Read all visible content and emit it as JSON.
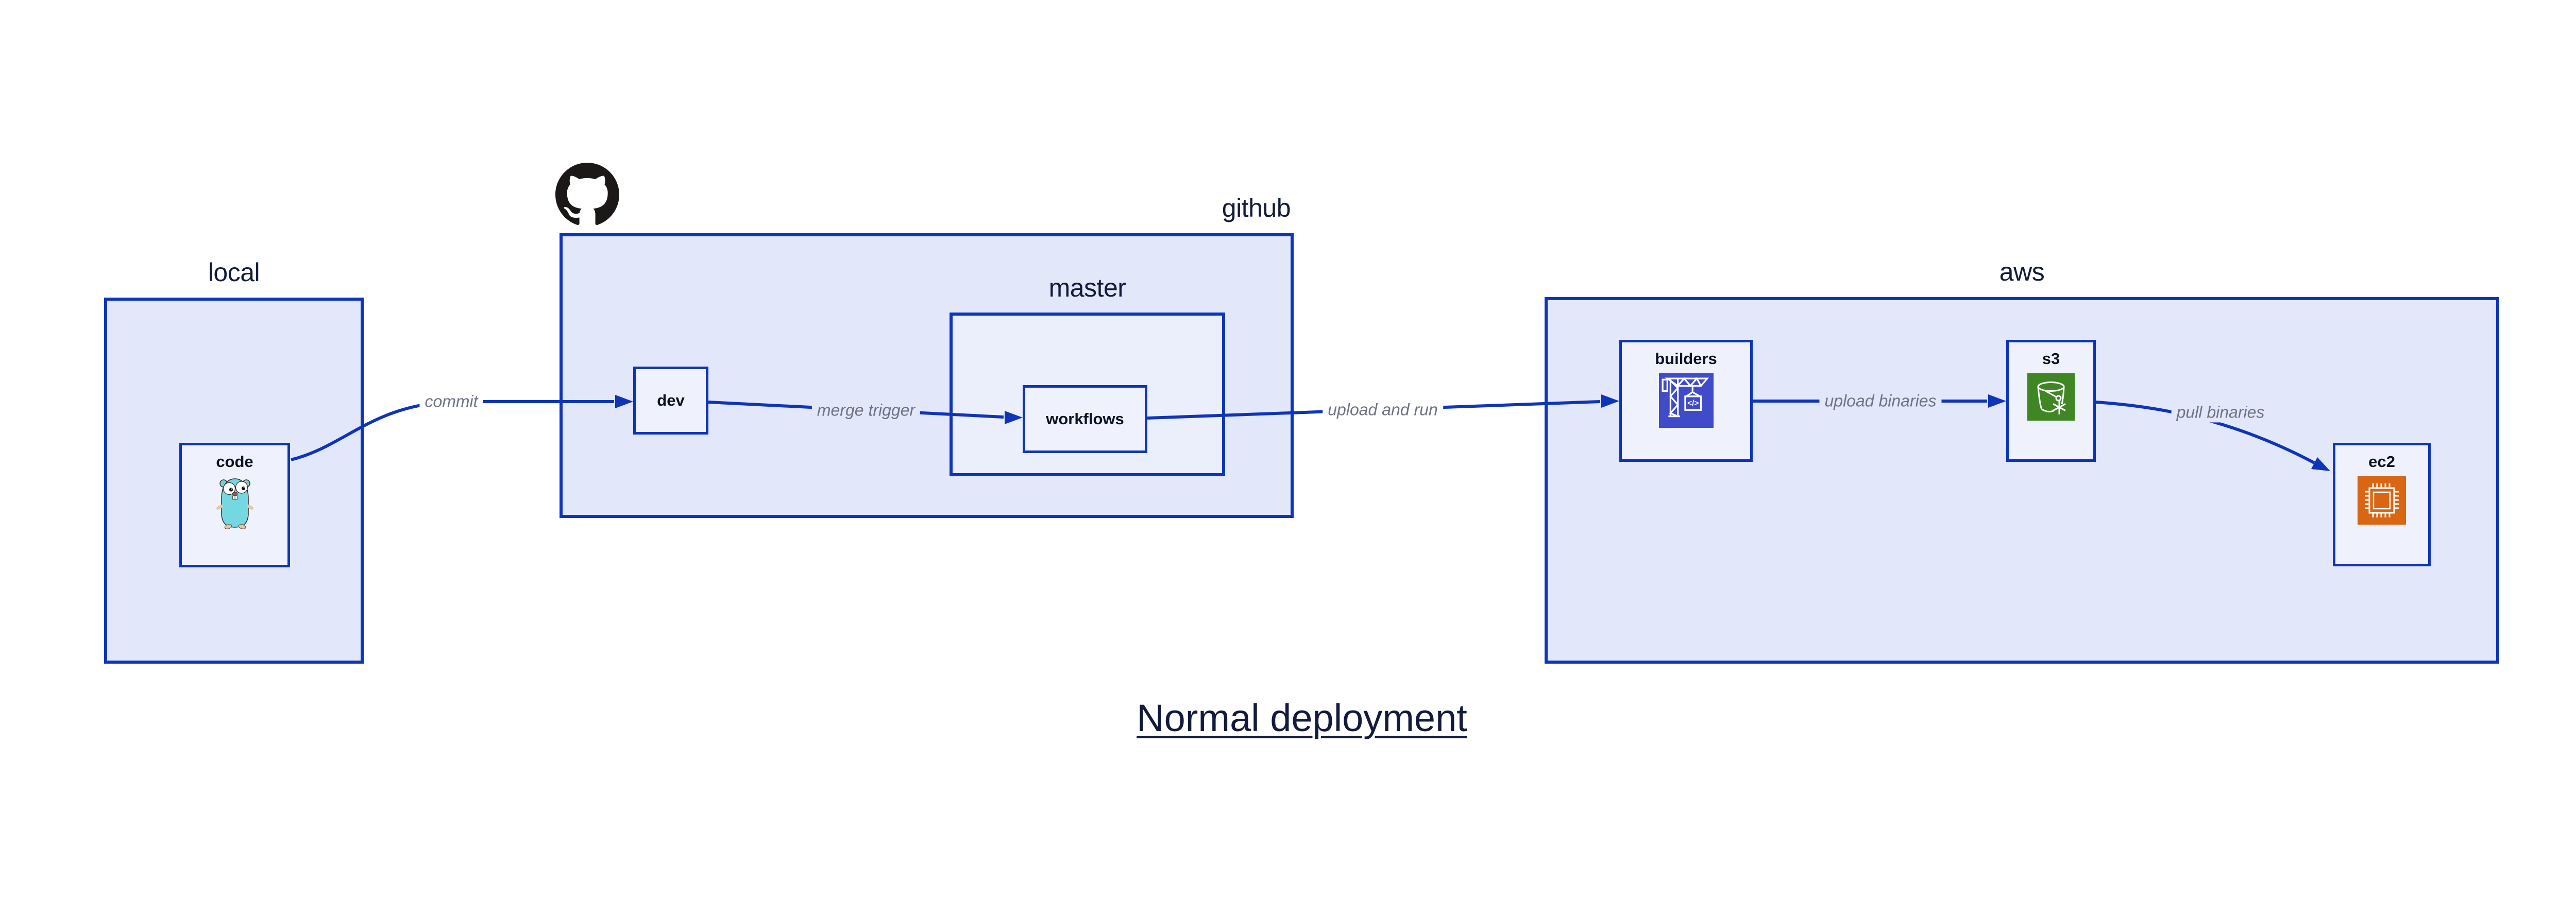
{
  "diagram": {
    "title": "Normal deployment",
    "containers": {
      "local": {
        "label": "local"
      },
      "github": {
        "label": "github"
      },
      "master": {
        "label": "master"
      },
      "aws": {
        "label": "aws"
      }
    },
    "nodes": {
      "code": {
        "label": "code",
        "icon": "go-gopher-icon"
      },
      "dev": {
        "label": "dev"
      },
      "workflows": {
        "label": "workflows"
      },
      "builders": {
        "label": "builders",
        "icon": "aws-codebuild-icon"
      },
      "s3": {
        "label": "s3",
        "icon": "aws-s3-glacier-icon"
      },
      "ec2": {
        "label": "ec2",
        "icon": "aws-ec2-icon"
      }
    },
    "edges": [
      {
        "from": "code",
        "to": "dev",
        "label": "commit"
      },
      {
        "from": "dev",
        "to": "workflows",
        "label": "merge trigger"
      },
      {
        "from": "workflows",
        "to": "builders",
        "label": "upload and run"
      },
      {
        "from": "builders",
        "to": "s3",
        "label": "upload binaries"
      },
      {
        "from": "s3",
        "to": "ec2",
        "label": "pull binaries"
      }
    ],
    "colors": {
      "stroke_blue": "#0e35b9",
      "container_fill": "#e2e7f9",
      "master_fill": "#ebeffc",
      "node_fill": "#eff2fc",
      "edge_label_gray": "#6d7383",
      "text_dark": "#131b3c",
      "codebuild_blue": "#3f4bc9",
      "s3_glacier_green": "#3f8624",
      "ec2_orange": "#d86613",
      "gopher_cyan": "#74d7e2",
      "github_black": "#1b1817",
      "page_background": "#ffffff"
    }
  }
}
